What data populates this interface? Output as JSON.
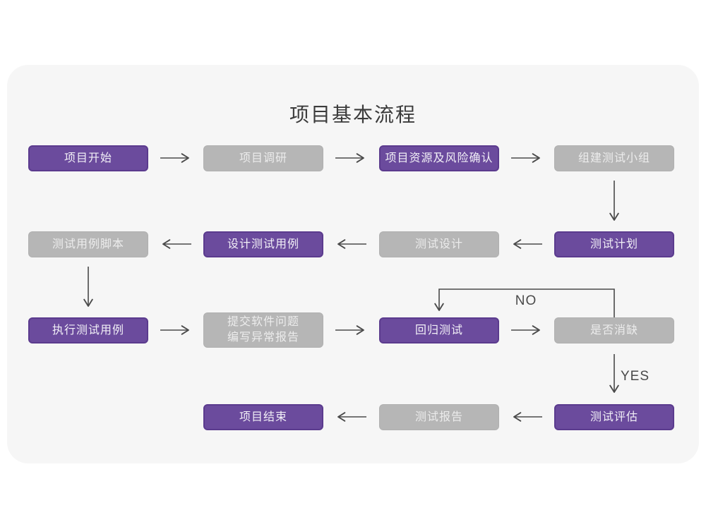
{
  "title": "项目基本流程",
  "branch_labels": {
    "no": "NO",
    "yes": "YES"
  },
  "colors": {
    "purple_fill": "#6b4b9d",
    "purple_border": "#5b3b8e",
    "gray_fill": "#b6b6b6",
    "gray_border": "#b0b0b0",
    "node_text": "#f2f0f7",
    "arrow_color": "#4a4a4a",
    "card_bg": "#f6f6f6",
    "title_color": "#3b3b3b"
  },
  "nodes": [
    {
      "id": "project-start",
      "label": "项目开始",
      "variant": "purple",
      "row": 1,
      "col": 1
    },
    {
      "id": "project-research",
      "label": "项目调研",
      "variant": "gray",
      "row": 1,
      "col": 2
    },
    {
      "id": "resource-risk",
      "label": "项目资源及风险确认",
      "variant": "purple",
      "row": 1,
      "col": 3
    },
    {
      "id": "build-test-team",
      "label": "组建测试小组",
      "variant": "gray",
      "row": 1,
      "col": 4
    },
    {
      "id": "test-plan",
      "label": "测试计划",
      "variant": "purple",
      "row": 2,
      "col": 4
    },
    {
      "id": "test-design",
      "label": "测试设计",
      "variant": "gray",
      "row": 2,
      "col": 3
    },
    {
      "id": "design-test-case",
      "label": "设计测试用例",
      "variant": "purple",
      "row": 2,
      "col": 2
    },
    {
      "id": "test-case-script",
      "label": "测试用例脚本",
      "variant": "gray",
      "row": 2,
      "col": 1
    },
    {
      "id": "execute-test-case",
      "label": "执行测试用例",
      "variant": "purple",
      "row": 3,
      "col": 1
    },
    {
      "id": "submit-issues",
      "line1": "提交软件问题",
      "line2": "编写异常报告",
      "variant": "gray",
      "row": 3,
      "col": 2
    },
    {
      "id": "regression-test",
      "label": "回归测试",
      "variant": "purple",
      "row": 3,
      "col": 3
    },
    {
      "id": "defect-cleared",
      "label": "是否消缺",
      "variant": "gray",
      "row": 3,
      "col": 4
    },
    {
      "id": "test-evaluation",
      "label": "测试评估",
      "variant": "purple",
      "row": 4,
      "col": 4
    },
    {
      "id": "test-report",
      "label": "测试报告",
      "variant": "gray",
      "row": 4,
      "col": 3
    },
    {
      "id": "project-end",
      "label": "项目结束",
      "variant": "purple",
      "row": 4,
      "col": 2
    }
  ]
}
